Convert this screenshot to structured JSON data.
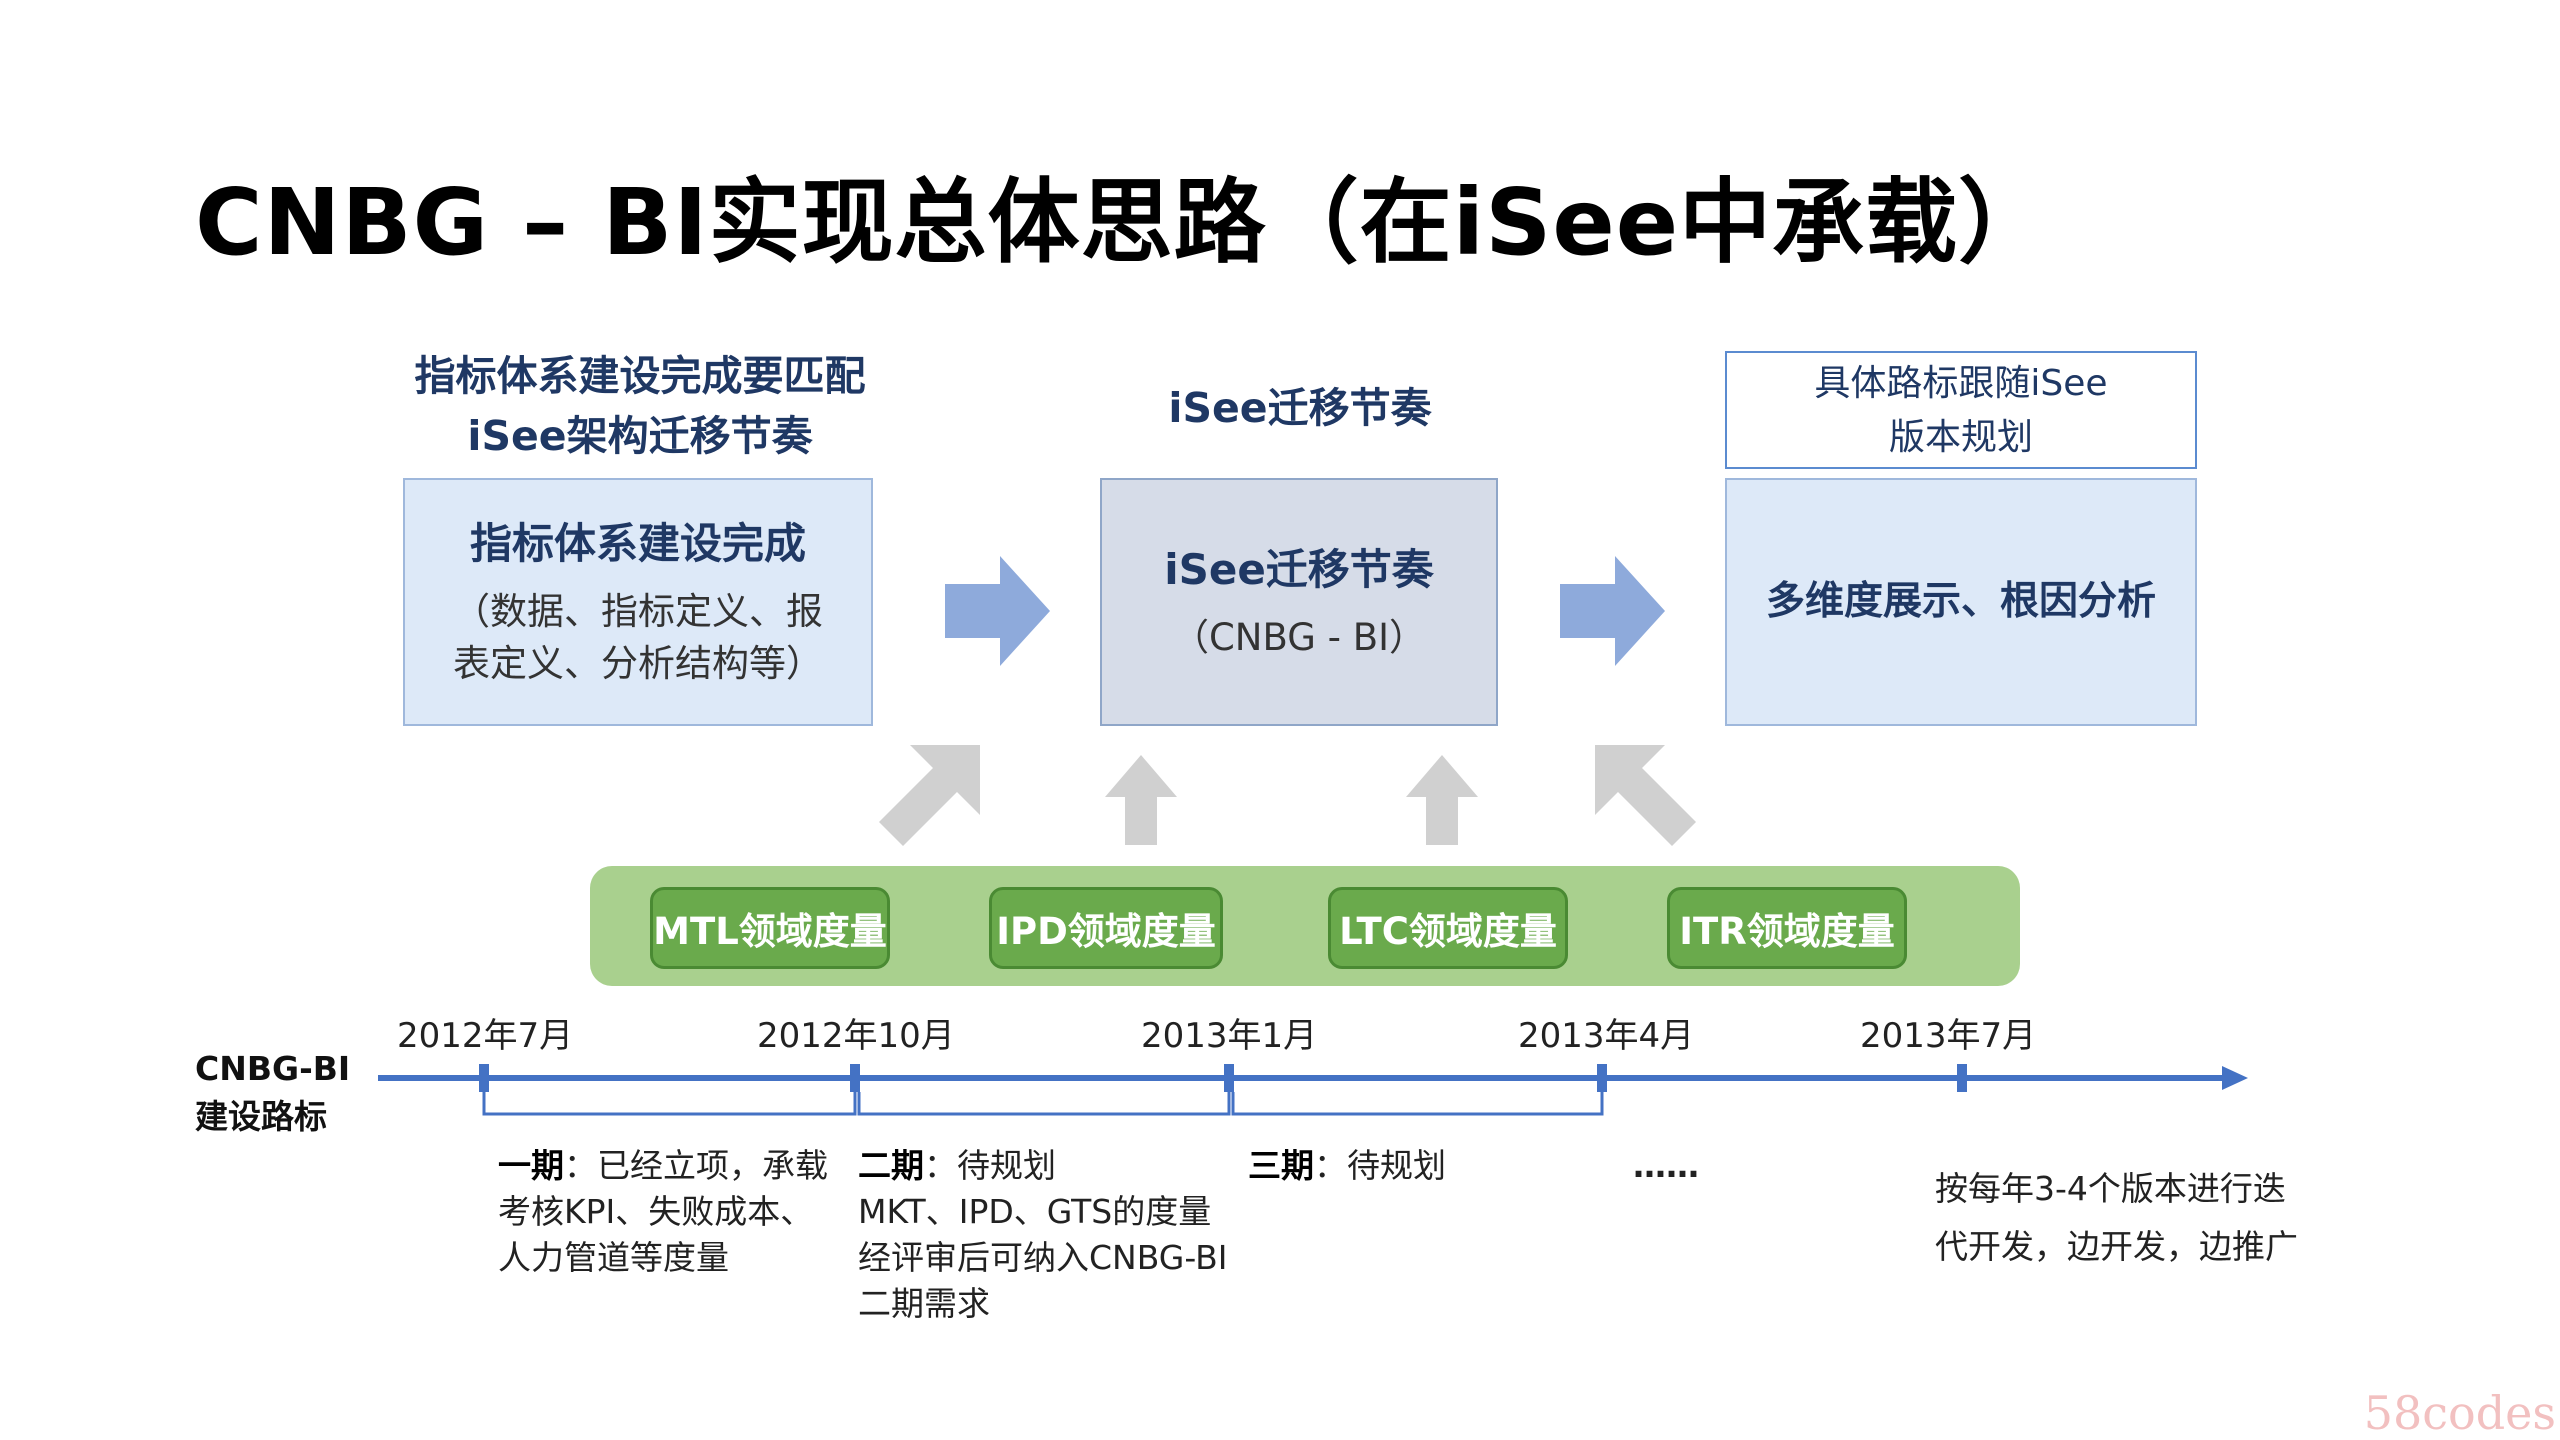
{
  "title": "CNBG – BI实现总体思路（在iSee中承载）",
  "left": {
    "header_line1": "指标体系建设完成要匹配",
    "header_line2": "iSee架构迁移节奏",
    "box_title": "指标体系建设完成",
    "box_sub_line1": "（数据、指标定义、报",
    "box_sub_line2": "表定义、分析结构等）"
  },
  "middle": {
    "header": "iSee迁移节奏",
    "box_title": "iSee迁移节奏",
    "box_sub": "（CNBG - BI）"
  },
  "right": {
    "header_line1": "具体路标跟随iSee",
    "header_line2": "版本规划",
    "box_title": "多维度展示、根因分析"
  },
  "domains": [
    "MTL领域度量",
    "IPD领域度量",
    "LTC领域度量",
    "ITR领域度量"
  ],
  "timeline": {
    "label_line1": "CNBG-BI",
    "label_line2": "建设路标",
    "dates": [
      "2012年7月",
      "2012年10月",
      "2013年1月",
      "2013年4月",
      "2013年7月"
    ]
  },
  "phases": {
    "p1_head": "一期",
    "p1_line1": "：已经立项，承载",
    "p1_line2": "考核KPI、失败成本、",
    "p1_line3": "人力管道等度量",
    "p2_head": "二期",
    "p2_line1": "：待规划",
    "p2_line2": "MKT、IPD、GTS的度量",
    "p2_line3": "经评审后可纳入CNBG-BI",
    "p2_line4": "二期需求",
    "p3_head": "三期",
    "p3_line1": "：待规划",
    "ellipsis": "……"
  },
  "note": {
    "line1": "按每年3-4个版本进行迭",
    "line2": "代开发，边开发，边推广"
  },
  "watermark": "58codes",
  "colors": {
    "accent_blue": "#4472c4",
    "arrow_blue": "#8eaadb",
    "arrow_grey": "#d0d0d0",
    "band_green": "#a9d08e",
    "pill_green": "#6aaa4c",
    "dark_navy": "#1f3864"
  }
}
